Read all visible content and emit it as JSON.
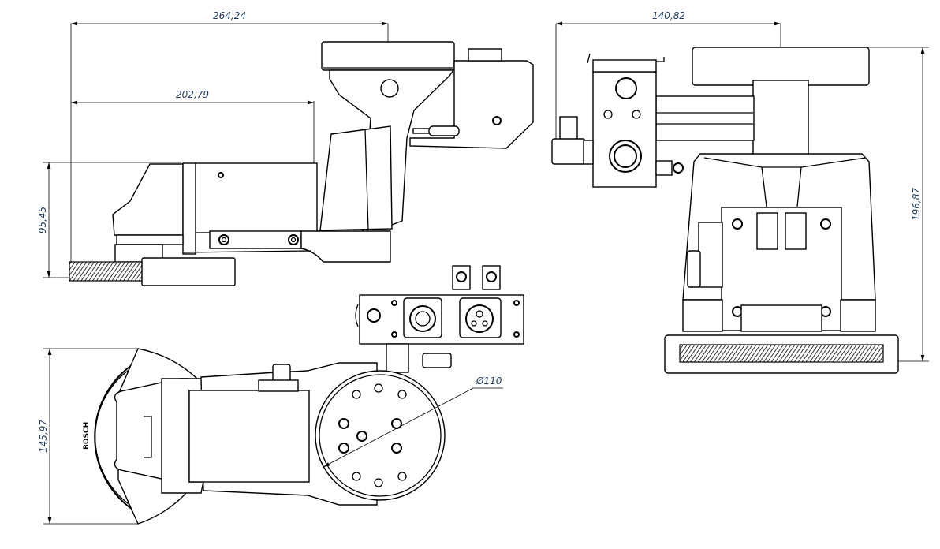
{
  "drawing": {
    "title": "Robotic sanding end-effector — technical drawing (side, front, top views)",
    "units": "mm",
    "colors": {
      "line": "#000000",
      "dimension_text": "#1f3a5a",
      "background": "#ffffff"
    },
    "views": {
      "side": {
        "dimensions": {
          "overall_length": "264,24",
          "tool_length": "202,79",
          "height": "95,45"
        }
      },
      "front": {
        "dimensions": {
          "width": "140,82",
          "height": "196,87"
        }
      },
      "top": {
        "dimensions": {
          "width": "145,97",
          "flange_diameter": "Ø110"
        },
        "brand_label": "BOSCH"
      },
      "connector_panel": {
        "connectors": [
          "multi-pin-socket",
          "3-pin-socket"
        ],
        "air_fittings": 2
      }
    }
  }
}
